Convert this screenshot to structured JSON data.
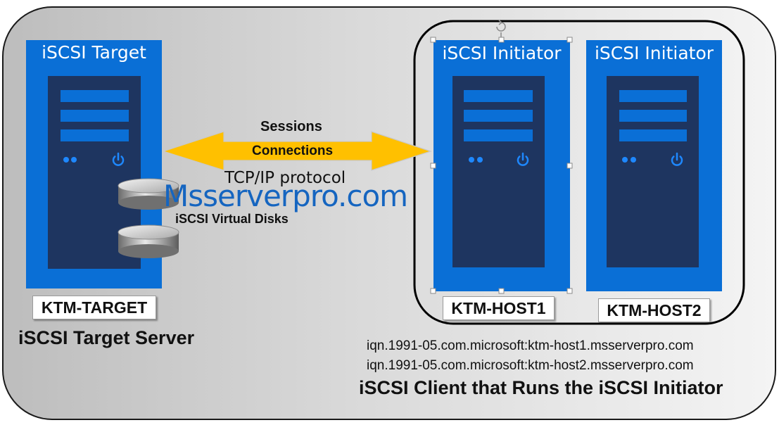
{
  "target": {
    "panel_title": "iSCSI Target",
    "hostname": "KTM-TARGET",
    "role_caption": "iSCSI Target Server",
    "disks_label": "iSCSI Virtual Disks"
  },
  "link": {
    "sessions_label": "Sessions",
    "connections_label": "Connections",
    "protocol_label": "TCP/IP protocol"
  },
  "watermark": "Msserverpro.com",
  "initiators": [
    {
      "panel_title": "iSCSI Initiator",
      "hostname": "KTM-HOST1",
      "iqn": "iqn.1991-05.com.microsoft:ktm-host1.msserverpro.com"
    },
    {
      "panel_title": "iSCSI Initiator",
      "hostname": "KTM-HOST2",
      "iqn": "iqn.1991-05.com.microsoft:ktm-host2.msserverpro.com"
    }
  ],
  "client_caption": "iSCSI Client that Runs the iSCSI Initiator",
  "colors": {
    "panel_blue": "#0a6fd6",
    "server_dark": "#1e3560",
    "arrow_fill": "#ffc000",
    "background_grey": "#d4d4d4",
    "watermark": "#1565c0"
  },
  "icons": [
    "power-icon",
    "status-dots-icon",
    "disk-cylinder-icon",
    "rotate-handle-icon"
  ]
}
